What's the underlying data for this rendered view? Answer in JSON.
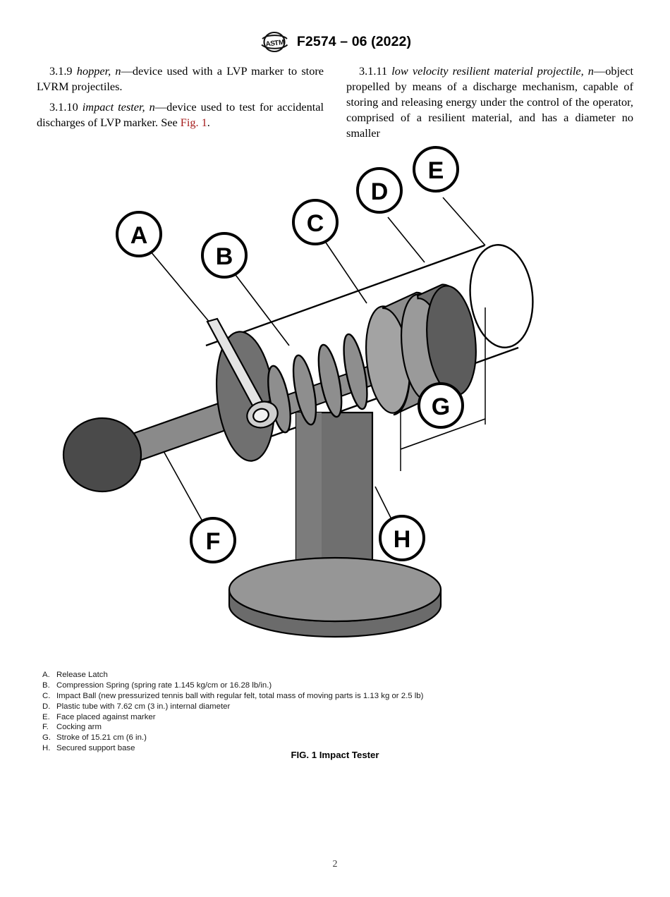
{
  "header": {
    "logo_icon": "astm-logo-icon",
    "designation": "F2574 – 06 (2022)"
  },
  "body": {
    "left_column": [
      {
        "number": "3.1.9",
        "term": "hopper, n",
        "definition": "—device used with a LVP marker to store LVRM projectiles."
      },
      {
        "number": "3.1.10",
        "term": "impact tester, n",
        "definition": "—device used to test for accidental discharges of LVP marker. See ",
        "link": "Fig. 1",
        "definition_tail": "."
      }
    ],
    "right_column": [
      {
        "number": "3.1.11",
        "term": "low velocity resilient material projectile, n",
        "definition": "—object propelled by means of a discharge mechanism, capable of storing and releasing energy under the control of the operator, comprised of a resilient material, and has a diameter no smaller"
      }
    ]
  },
  "figure": {
    "callouts": [
      {
        "label": "A"
      },
      {
        "label": "B"
      },
      {
        "label": "C"
      },
      {
        "label": "D"
      },
      {
        "label": "E"
      },
      {
        "label": "F"
      },
      {
        "label": "G"
      },
      {
        "label": "H"
      }
    ],
    "legend": [
      {
        "key": "A.",
        "text": "Release Latch"
      },
      {
        "key": "B.",
        "text": "Compression Spring (spring rate 1.145 kg/cm or 16.28 lb/in.)"
      },
      {
        "key": "C.",
        "text": "Impact Ball (new pressurized tennis ball with regular felt, total mass of moving parts is 1.13 kg or 2.5 lb)"
      },
      {
        "key": "D.",
        "text": "Plastic tube with 7.62 cm (3 in.) internal diameter"
      },
      {
        "key": "E.",
        "text": "Face placed against marker"
      },
      {
        "key": "F.",
        "text": "Cocking arm"
      },
      {
        "key": "G.",
        "text": "Stroke of 15.21 cm (6 in.)"
      },
      {
        "key": "H.",
        "text": "Secured support base"
      }
    ],
    "caption": "FIG. 1 Impact Tester"
  },
  "footer": {
    "page_number": "2"
  },
  "colors": {
    "link_red": "#a51c1c",
    "gray_light": "#a8a8a8",
    "gray_mid": "#808080",
    "gray_dark": "#5a5a5a",
    "gray_darkest": "#464646",
    "outline": "#000000"
  }
}
